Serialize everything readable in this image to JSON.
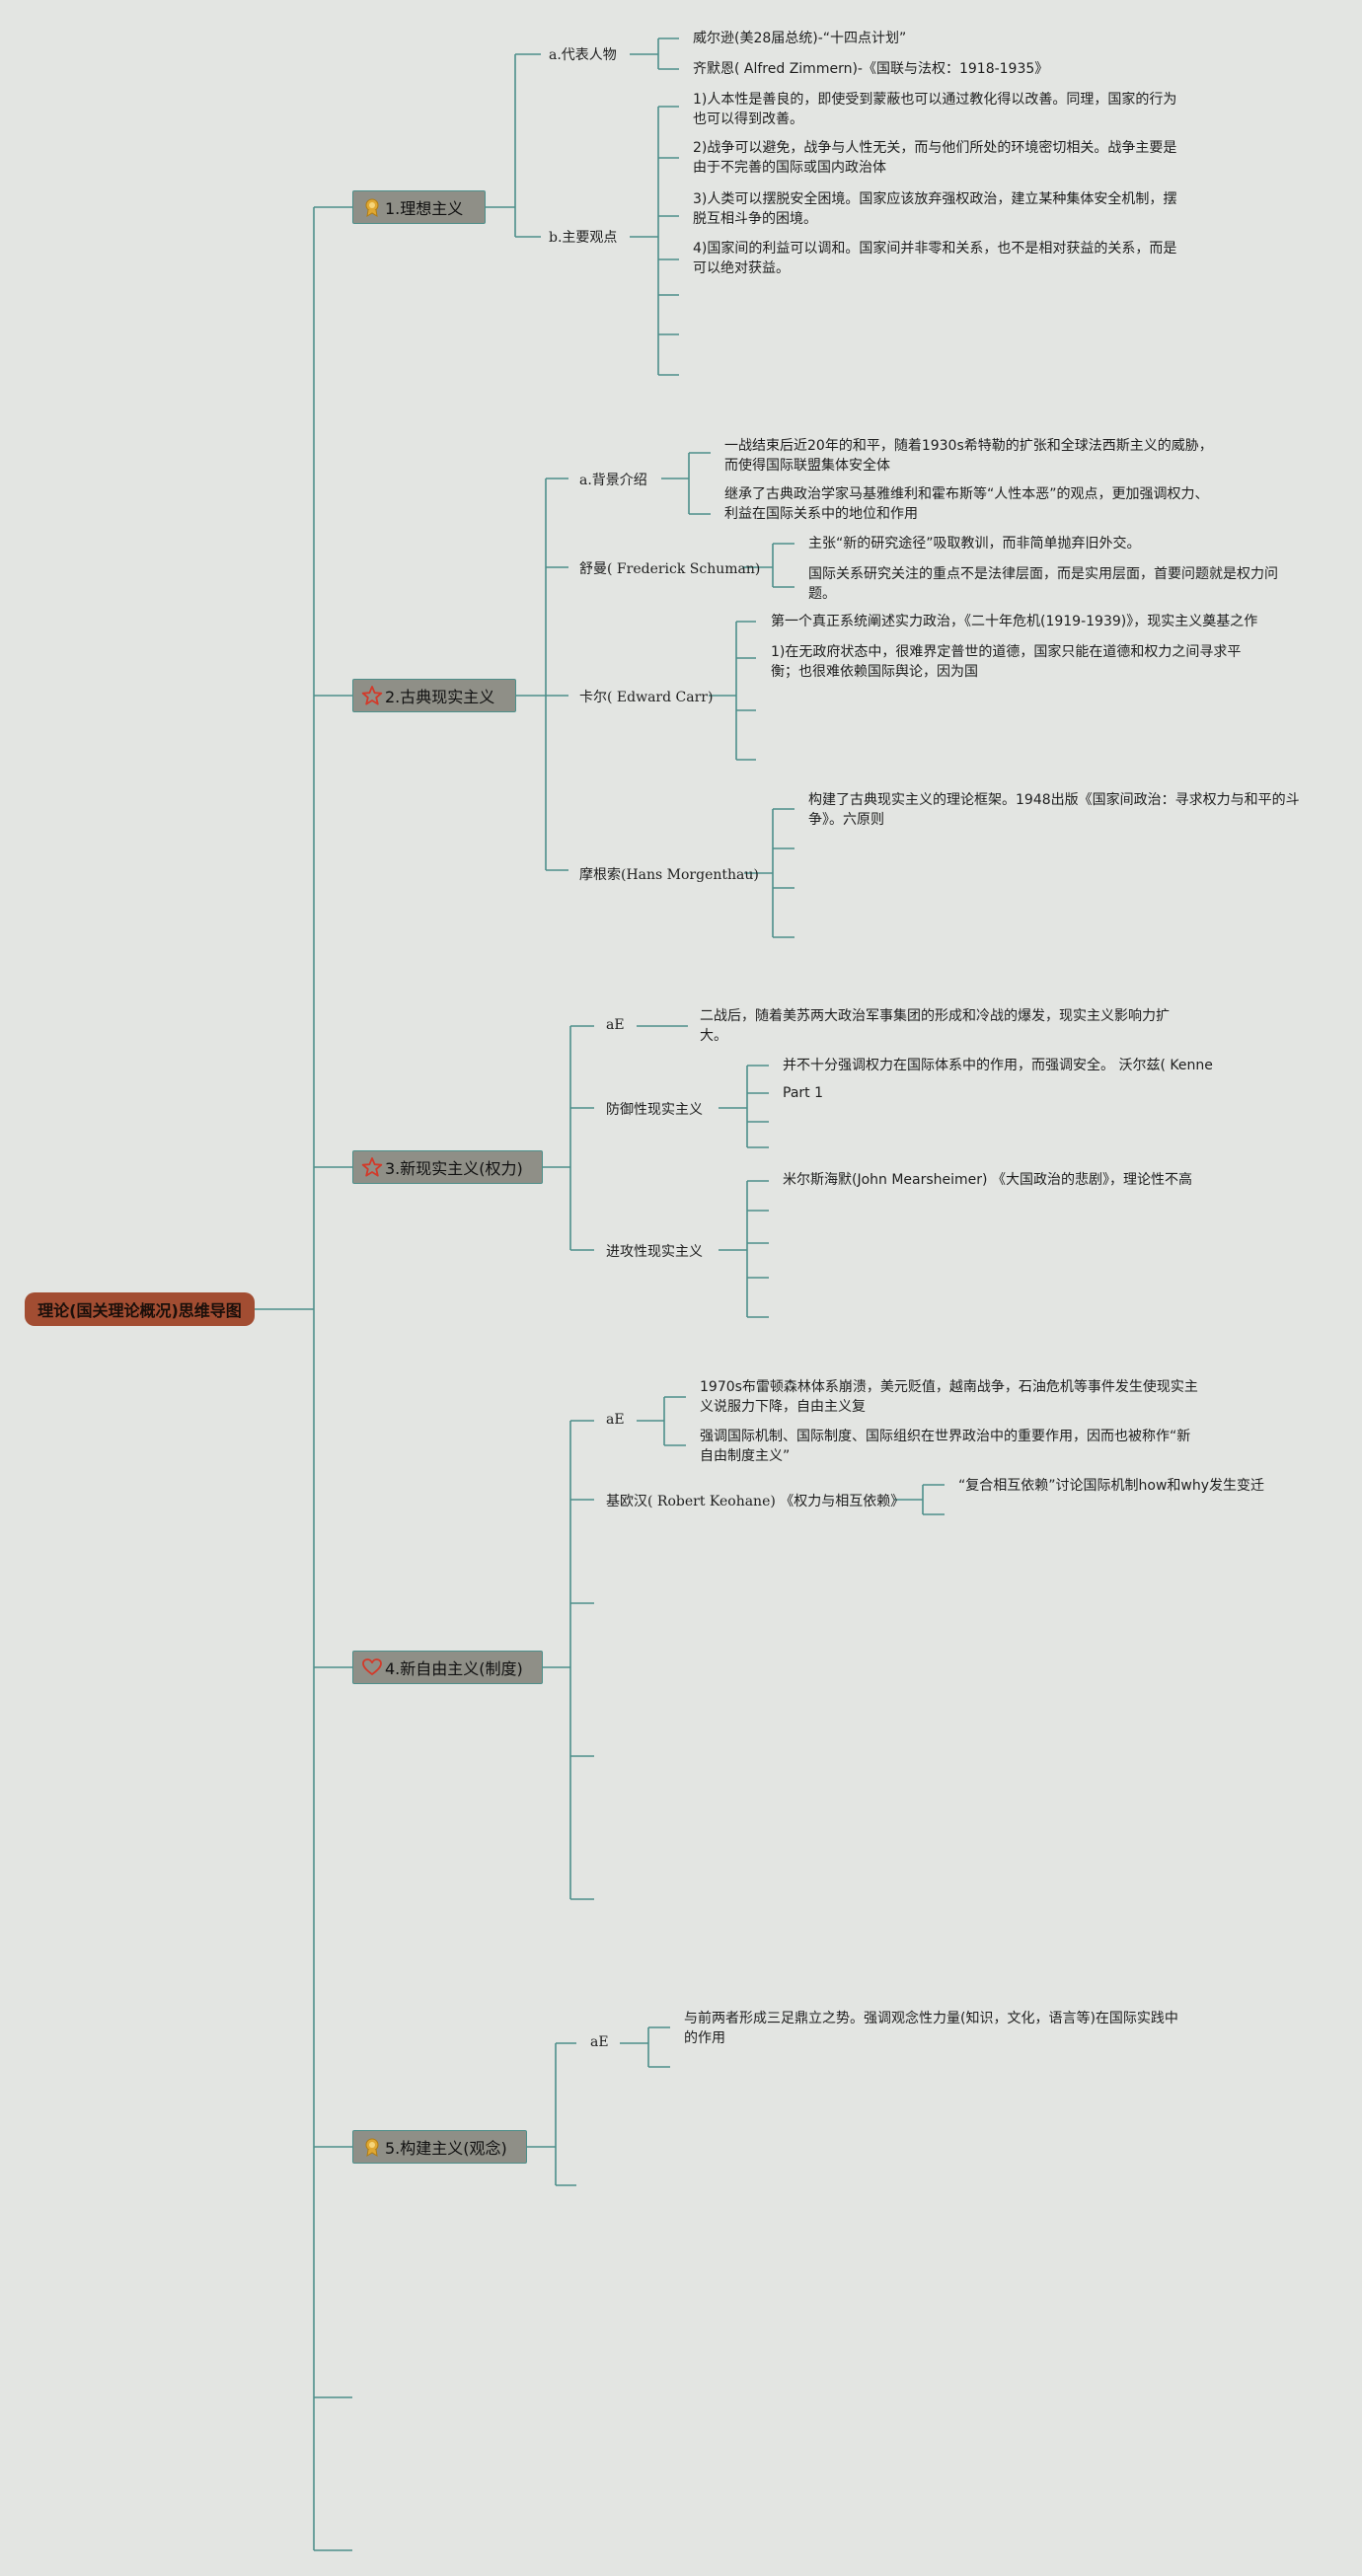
{
  "colors": {
    "line": "#4d8f8a",
    "root_bg": "#a24d32",
    "main_bg": "#8f8f87",
    "background": "#e3e5e2"
  },
  "root": {
    "label": "理论(国关理论概况)思维导图"
  },
  "branches": [
    {
      "icon": "medal-icon",
      "label": "1.理想主义",
      "children": [
        {
          "label": "a.代表人物",
          "items": [
            "威尔逊(美28届总统)-“十四点计划”",
            "齐默恩( Alfred Zimmern)-《国联与法权：1918-1935》"
          ]
        },
        {
          "label": "b.主要观点",
          "items": [
            "1)人本性是善良的，即使受到蒙蔽也可以通过教化得以改善。同理，国家的行为也可以得到改善。",
            "2)战争可以避免，战争与人性无关，而与他们所处的环境密切相关。战争主要是由于不完善的国际或国内政治体",
            "3)人类可以摆脱安全困境。国家应该放弃强权政治，建立某种集体安全机制，摆脱互相斗争的困境。",
            "4)国家间的利益可以调和。国家间并非零和关系，也不是相对获益的关系，而是可以绝对获益。"
          ]
        }
      ]
    },
    {
      "icon": "star-icon",
      "label": "2.古典现实主义",
      "children": [
        {
          "label": "a.背景介绍",
          "items": [
            "一战结束后近20年的和平，随着1930s希特勒的扩张和全球法西斯主义的威胁，而使得国际联盟集体安全体",
            "继承了古典政治学家马基雅维利和霍布斯等“人性本恶”的观点，更加强调权力、利益在国际关系中的地位和作用"
          ]
        },
        {
          "label": "舒曼( Frederick Schuman)",
          "items": [
            "主张“新的研究途径”吸取教训，而非简单抛弃旧外交。",
            "国际关系研究关注的重点不是法律层面，而是实用层面，首要问题就是权力问题。"
          ]
        },
        {
          "label": "卡尔( Edward Carr)",
          "items": [
            "第一个真正系统阐述实力政治，《二十年危机(1919-1939)》，现实主义奠基之作",
            "1)在无政府状态中，很难界定普世的道德，国家只能在道德和权力之间寻求平衡；也很难依赖国际舆论，因为国"
          ]
        },
        {
          "label": "摩根索(Hans Morgenthau)",
          "items": [
            "构建了古典现实主义的理论框架。1948出版《国家间政治：寻求权力与和平的斗争》。六原则"
          ]
        }
      ]
    },
    {
      "icon": "star-icon",
      "label": "3.新现实主义(权力)",
      "children": [
        {
          "label": "aE",
          "items": [
            "二战后，随着美苏两大政治军事集团的形成和冷战的爆发，现实主义影响力扩大。"
          ]
        },
        {
          "label": "防御性现实主义",
          "items": [
            "并不十分强调权力在国际体系中的作用，而强调安全。 沃尔兹( Kenne",
            "Part 1"
          ]
        },
        {
          "label": "进攻性现实主义",
          "items": [
            "米尔斯海默(John Mearsheimer) 《大国政治的悲剧》，理论性不高"
          ]
        }
      ]
    },
    {
      "icon": "heart-icon",
      "label": "4.新自由主义(制度)",
      "children": [
        {
          "label": "aE",
          "items": [
            "1970s布雷顿森林体系崩溃，美元贬值，越南战争，石油危机等事件发生使现实主义说服力下降，自由主义复",
            "强调国际机制、国际制度、国际组织在世界政治中的重要作用，因而也被称作“新自由制度主义”"
          ]
        },
        {
          "label": "基欧汉( Robert Keohane) 《权力与相互依赖》",
          "items": [
            "“复合相互依赖”讨论国际机制how和why发生变迁"
          ]
        }
      ]
    },
    {
      "icon": "medal-icon",
      "label": "5.构建主义(观念)",
      "children": [
        {
          "label": "aE",
          "items": [
            "与前两者形成三足鼎立之势。强调观念性力量(知识，文化，语言等)在国际实践中的作用"
          ]
        }
      ]
    }
  ]
}
